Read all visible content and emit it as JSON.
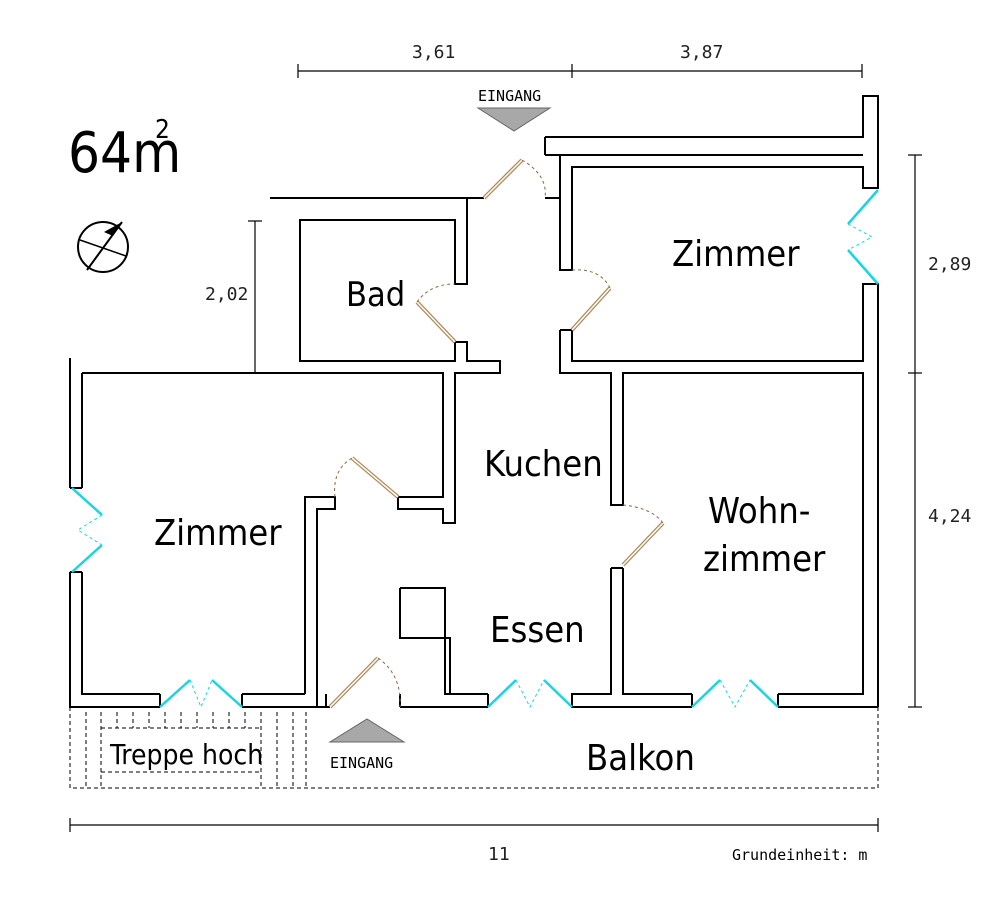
{
  "area": {
    "value": "64m",
    "sup": "2"
  },
  "rooms": {
    "bad": "Bad",
    "zimmer_ne": "Zimmer",
    "kuchen": "Kuchen",
    "zimmer_w": "Zimmer",
    "wohn_line1": "Wohn-",
    "wohn_line2": "zimmer",
    "essen": "Essen",
    "balkon": "Balkon",
    "treppe": "Treppe hoch"
  },
  "entrances": {
    "top": "EINGANG",
    "bottom": "EINGANG"
  },
  "dimensions": {
    "top_left": "3,61",
    "top_right": "3,87",
    "left_bad": "2,02",
    "right_top": "2,89",
    "right_bottom": "4,24",
    "total": "11"
  },
  "unit_note": "Grundeinheit: m",
  "colors": {
    "wall": "#000000",
    "window": "#19d5e0",
    "door": "#b08a5a",
    "arrow": "#a8a8a8"
  },
  "icons": {
    "compass": "compass-icon"
  }
}
